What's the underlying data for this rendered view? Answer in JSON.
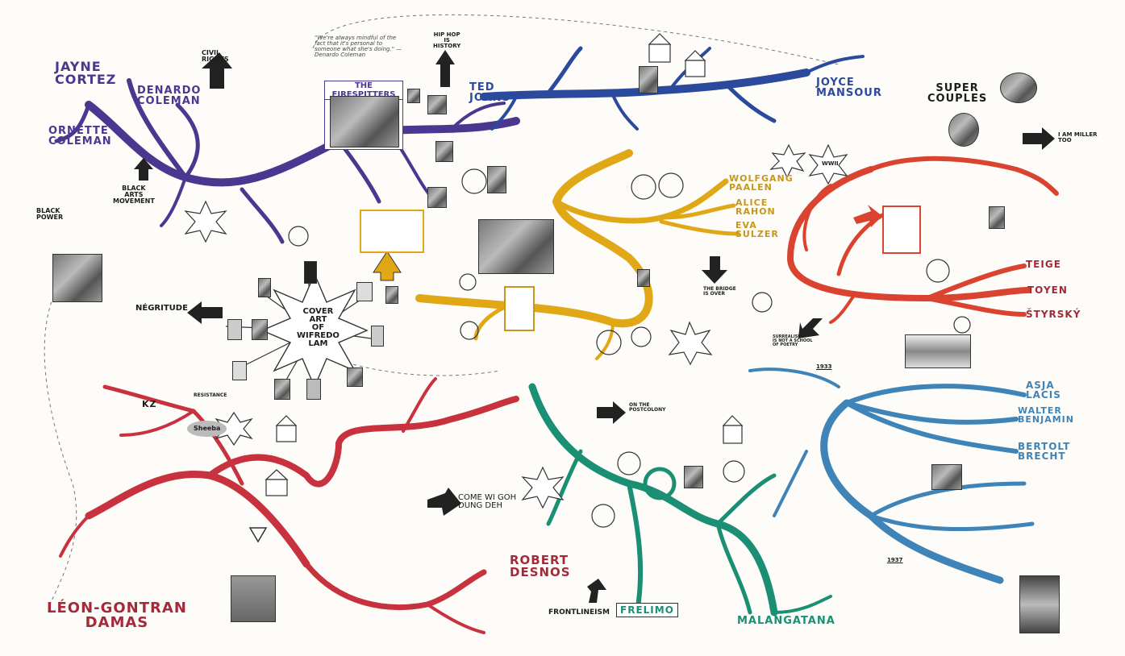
{
  "nodes": {
    "jayne_cortez": "JAYNE\nCORTEZ",
    "denardo_coleman": "DENARDO\nCOLEMAN",
    "ornette_coleman": "ORNETTE\nCOLEMAN",
    "civil_rights": "CIVIL\nRIGHTS",
    "hip_hop_history": "HIP HOP\nIS\nHISTORY",
    "firespitters": "THE FIRESPITTERS",
    "firespitters_quote": "\"We're always mindful of the fact that it's personal to someone what she's doing.\" — Denardo Coleman",
    "ted_joans": "TED\nJOANS",
    "joyce_mansour": "JOYCE\nMANSOUR",
    "super_couples": "SUPER\nCOUPLES",
    "i_am_miller_too": "I AM MILLER\nTOO",
    "black_arts": "BLACK\nARTS\nMOVEMENT",
    "black_power": "BLACK\nPOWER",
    "negritude": "NÉGRITUDE",
    "cover_art": "COVER\nART\nOF\nWIFREDO\nLAM",
    "wolfgang_paalen": "WOLFGANG\nPAALEN",
    "alice_rahon": "ALICE\nRAHON",
    "eva_sulzer": "EVA\nSULZER",
    "bridge_is_over": "THE BRIDGE\nIS OVER",
    "wwii": "WWII",
    "teige": "TEIGE",
    "toyen": "TOYEN",
    "styrsky": "ŠTYRSKÝ",
    "surrealism_slave": "SURREALISM\nIS NOT A SCHOOL\nOF POETRY",
    "asja_lacis": "ASJA\nLACIS",
    "walter_benjamin": "WALTER\nBENJAMIN",
    "bertolt_brecht": "BERTOLT\nBRECHT",
    "kz": "KZ",
    "resistance": "RESISTANCE",
    "sheeba": "Sheeba",
    "come_wi_goh": "COME WI GOH\nDUNG DEH",
    "robert_desnos": "ROBERT\nDESNOS",
    "leon_gontran_damas": "LÉON-GONTRAN\nDAMAS",
    "frontlineism": "FRONTLINEISM",
    "frelimo": "FRELIMO",
    "malangatana": "MALANGATANA",
    "on_the_postcolony": "ON THE\nPOSTCOLONY",
    "year_1933": "1933",
    "year_1937": "1937"
  },
  "colors": {
    "purple": "#4b3690",
    "blue": "#2b4a9e",
    "yellow": "#e0a816",
    "red": "#d9432f",
    "lightblue": "#3e84b8",
    "green": "#1b8f73",
    "crimson": "#c8323e"
  }
}
